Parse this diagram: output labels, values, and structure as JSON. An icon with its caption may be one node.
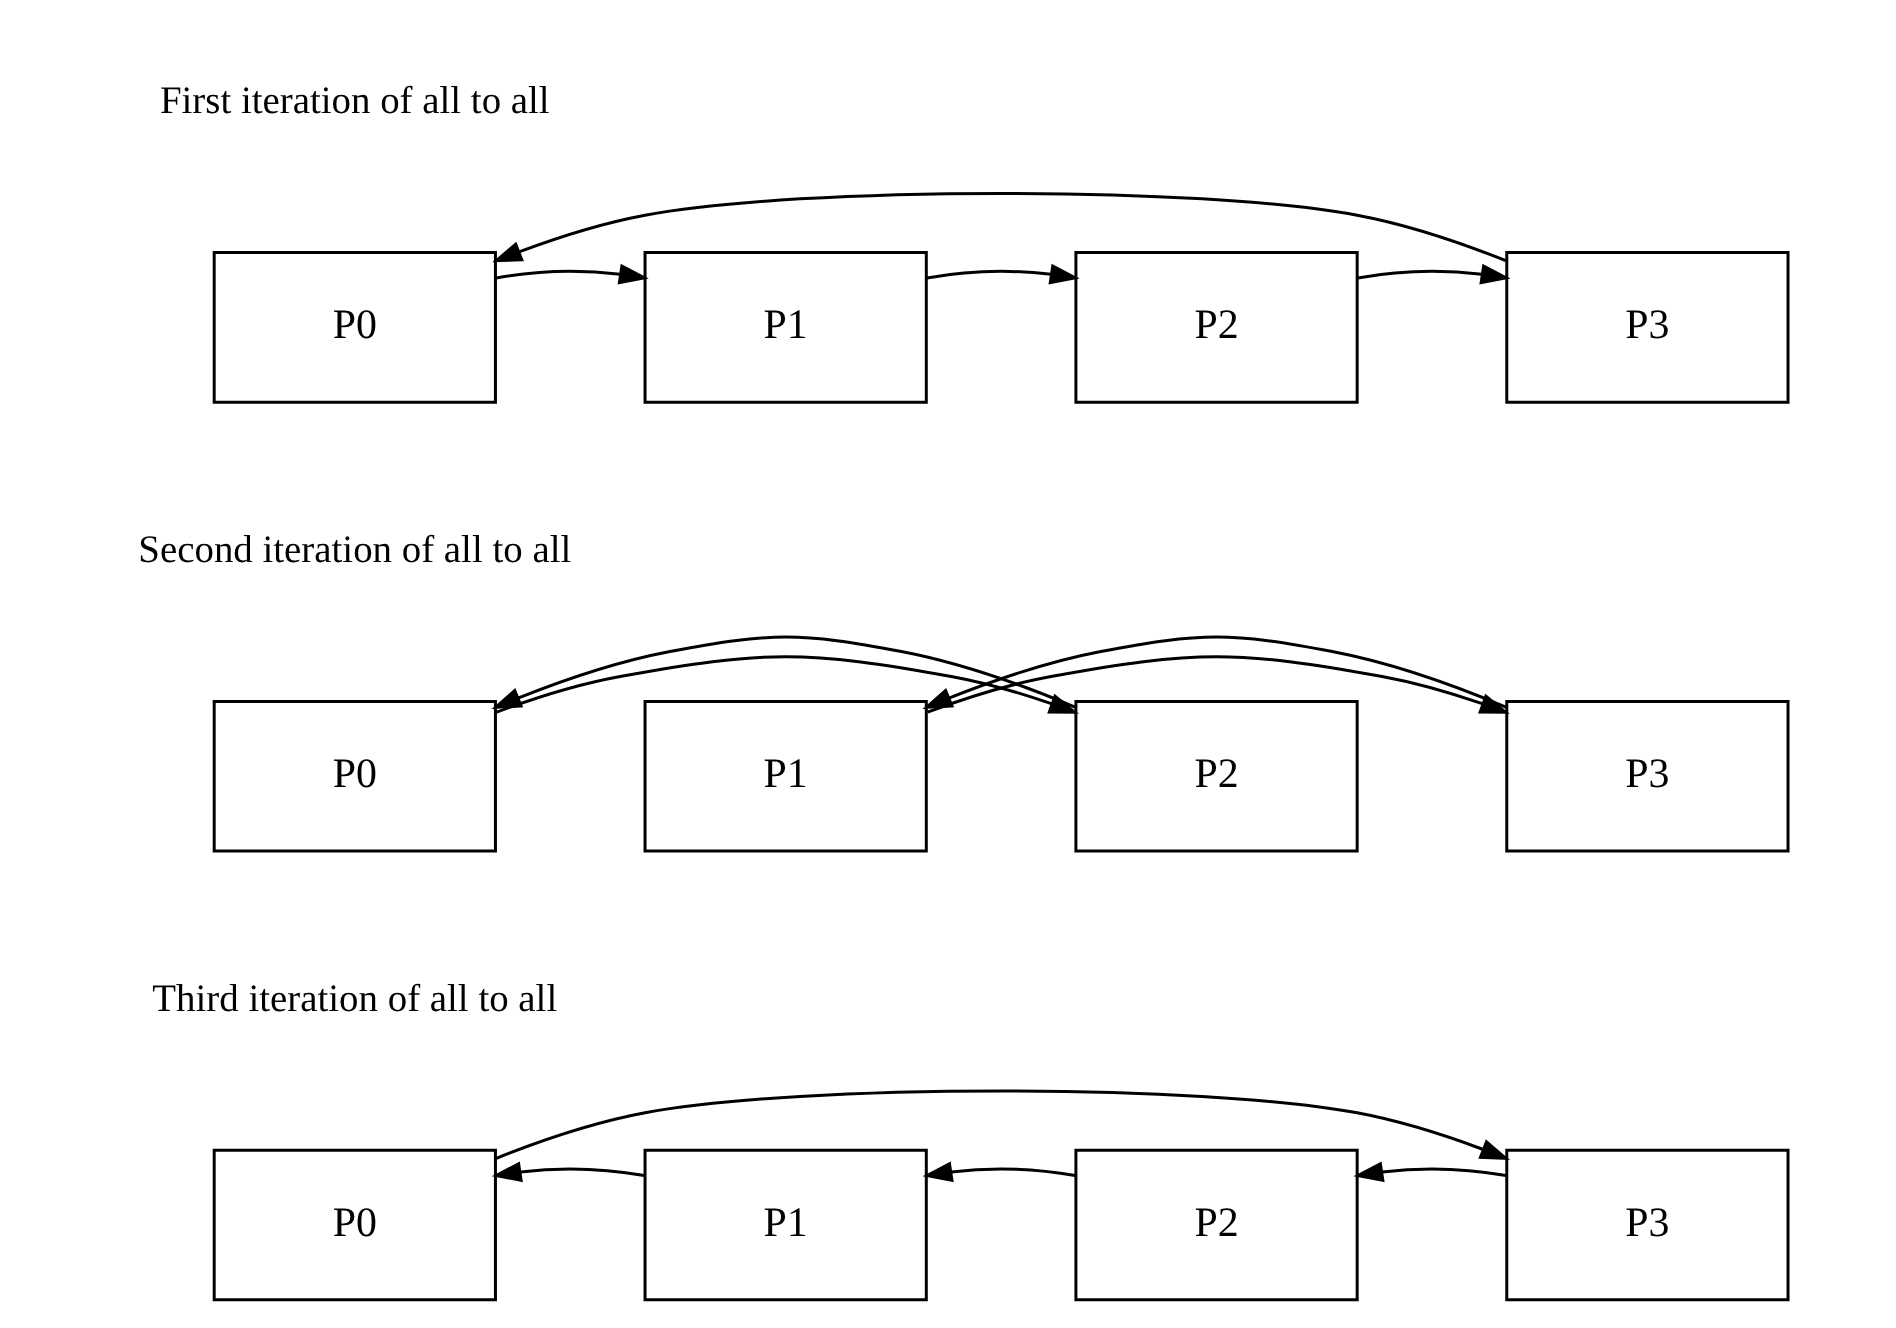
{
  "diagram": {
    "nodes": [
      {
        "text": [
          "P0"
        ]
      },
      {
        "text": [
          "P1"
        ]
      },
      {
        "text": [
          "P2"
        ]
      },
      {
        "text": [
          "P3"
        ]
      },
      {
        "text": [
          "P0"
        ]
      },
      {
        "text": [
          "P1"
        ]
      },
      {
        "text": [
          "P2"
        ]
      },
      {
        "text": [
          "P3"
        ]
      },
      {
        "text": [
          "P0"
        ]
      },
      {
        "text": [
          "P1"
        ]
      },
      {
        "text": [
          "P2"
        ]
      },
      {
        "text": [
          "P3"
        ]
      }
    ],
    "edges": [
      {
        "from": 0,
        "to": 1,
        "arrow": "to"
      },
      {
        "from": 1,
        "to": 2,
        "arrow": "to"
      },
      {
        "from": 2,
        "to": 3,
        "arrow": "to"
      },
      {
        "from": 3,
        "to": 0,
        "arrow": "to"
      },
      {
        "from": 4,
        "to": 6,
        "arrow": "to"
      },
      {
        "from": 6,
        "to": 4,
        "arrow": "to"
      },
      {
        "from": 5,
        "to": 7,
        "arrow": "to"
      },
      {
        "from": 7,
        "to": 5,
        "arrow": "to"
      },
      {
        "from": 11,
        "to": 10,
        "arrow": "to"
      },
      {
        "from": 10,
        "to": 9,
        "arrow": "to"
      },
      {
        "from": 9,
        "to": 8,
        "arrow": "to"
      },
      {
        "from": 8,
        "to": 11,
        "arrow": "to"
      }
    ],
    "labels": [
      "First iteration of all to all",
      "Second iteration of all to all",
      "Third iteration of all to all"
    ]
  }
}
